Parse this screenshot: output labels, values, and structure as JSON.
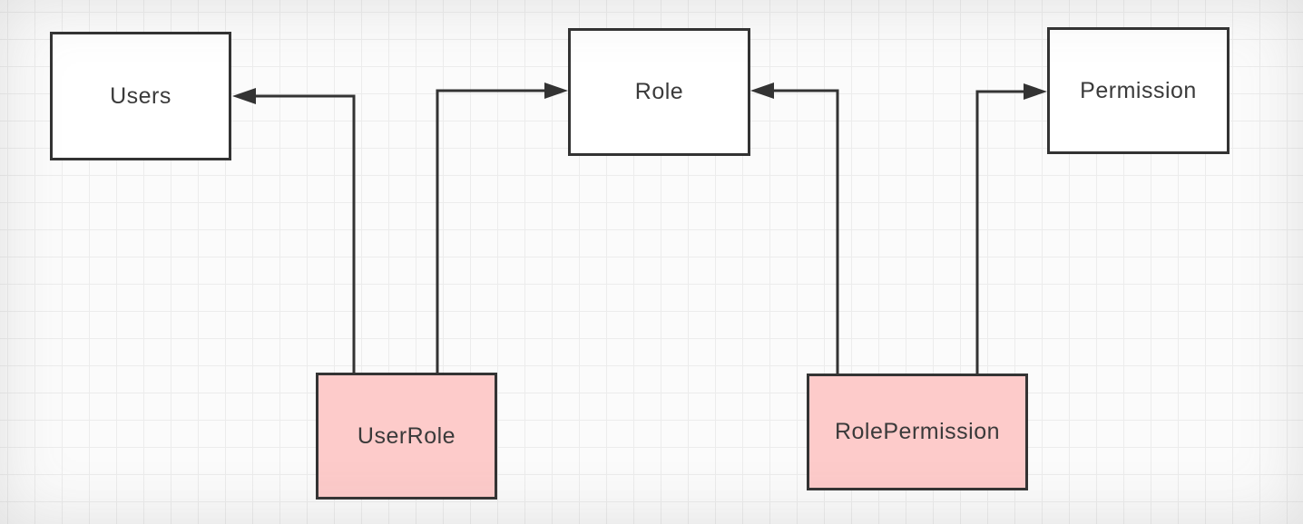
{
  "diagram": {
    "nodes": [
      {
        "id": "users",
        "label": "Users",
        "type": "entity"
      },
      {
        "id": "role",
        "label": "Role",
        "type": "entity"
      },
      {
        "id": "permission",
        "label": "Permission",
        "type": "entity"
      },
      {
        "id": "user_role",
        "label": "UserRole",
        "type": "join"
      },
      {
        "id": "role_permission",
        "label": "RolePermission",
        "type": "join"
      }
    ],
    "edges": [
      {
        "from": "user_role",
        "to": "users",
        "style": "elbow-arrow"
      },
      {
        "from": "user_role",
        "to": "role",
        "style": "elbow-arrow"
      },
      {
        "from": "role_permission",
        "to": "role",
        "style": "elbow-arrow"
      },
      {
        "from": "role_permission",
        "to": "permission",
        "style": "elbow-arrow"
      }
    ]
  },
  "colors": {
    "stroke": "#333333",
    "entity_fill": "#ffffff",
    "join_fill": "#fdcbca",
    "grid_line": "#ececec",
    "background": "#fbfbfb",
    "text": "#3a3a3a"
  }
}
